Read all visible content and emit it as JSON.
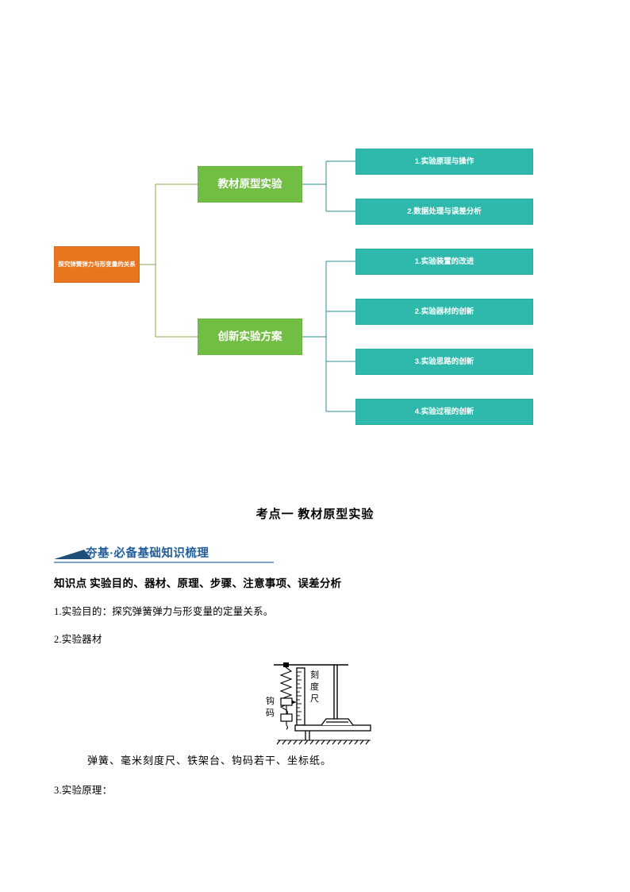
{
  "mindmap": {
    "root": {
      "label": "探究弹簧弹力与形变量的关系",
      "color": "#E8761F"
    },
    "branches": [
      {
        "label": "教材原型实验",
        "color": "#72BE44"
      },
      {
        "label": "创新实验方案",
        "color": "#72BE44"
      }
    ],
    "leaves_top": [
      {
        "label": "1.实验原理与操作",
        "color": "#2EB9AC"
      },
      {
        "label": "2.数据处理与误差分析",
        "color": "#2EB9AC"
      }
    ],
    "leaves_bottom": [
      {
        "label": "1.实验装置的改进",
        "color": "#2EB9AC"
      },
      {
        "label": "2.实验器材的创新",
        "color": "#2EB9AC"
      },
      {
        "label": "3.实验思路的创新",
        "color": "#2EB9AC"
      },
      {
        "label": "4.实验过程的创新",
        "color": "#2EB9AC"
      }
    ],
    "connector_colors": {
      "green": "#8aab52",
      "teal": "#2b8f90"
    }
  },
  "document": {
    "kaodian_title": "考点一  教材原型实验",
    "badge_text": "夯基·必备基础知识梳理",
    "badge_color": "#1F4E79",
    "badge_text_color": "#1F5C99",
    "zhishidian": "知识点   实验目的、器材、原理、步骤、注意事项、误差分析",
    "item1": "1.实验目的：探究弹簧弹力与形变量的定量关系。",
    "item2": "2.实验器材",
    "materials": "弹簧、毫米刻度尺、铁架台、钩码若干、坐标纸。",
    "item3": "3.实验原理："
  },
  "apparatus": {
    "label_ruler": "刻度尺",
    "label_weights": "钩码"
  }
}
